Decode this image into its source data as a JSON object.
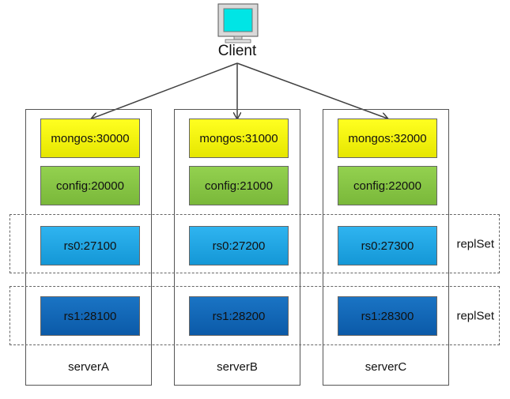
{
  "client": {
    "label": "Client"
  },
  "servers": [
    {
      "name": "serverA",
      "mongos": "mongos:30000",
      "config": "config:20000",
      "rs0": "rs0:27100",
      "rs1": "rs1:28100"
    },
    {
      "name": "serverB",
      "mongos": "mongos:31000",
      "config": "config:21000",
      "rs0": "rs0:27200",
      "rs1": "rs1:28200"
    },
    {
      "name": "serverC",
      "mongos": "mongos:32000",
      "config": "config:22000",
      "rs0": "rs0:27300",
      "rs1": "rs1:28300"
    }
  ],
  "replsets": [
    {
      "label": "replSet"
    },
    {
      "label": "replSet"
    }
  ],
  "icons": {
    "client": "computer-monitor-icon"
  },
  "colors": {
    "mongos": "#ffff00",
    "config": "#8cc84b",
    "rs0": "#1fa6e6",
    "rs1": "#0e63b4",
    "monitor_screen": "#00e5e5"
  }
}
